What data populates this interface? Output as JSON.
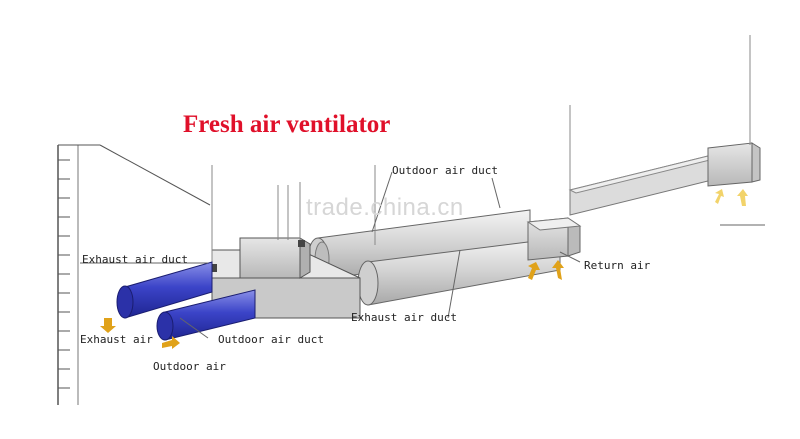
{
  "title": "Fresh air ventilator",
  "watermark": "trade.china.cn",
  "labels": {
    "outdoor_air_duct_top": "Outdoor air duct",
    "exhaust_air_duct_left": "Exhaust air duct",
    "return_air": "Return air",
    "exhaust_air_duct_center": "Exhaust air duct",
    "outdoor_air_duct_bottom": "Outdoor air duct",
    "exhaust_air": "Exhaust air",
    "outdoor_air": "Outdoor air"
  },
  "colors": {
    "title": "#e0102a",
    "duct_blue": "#3b44c8",
    "arrow": "#e0a21a",
    "duct_gray": "#d9d9d9"
  }
}
